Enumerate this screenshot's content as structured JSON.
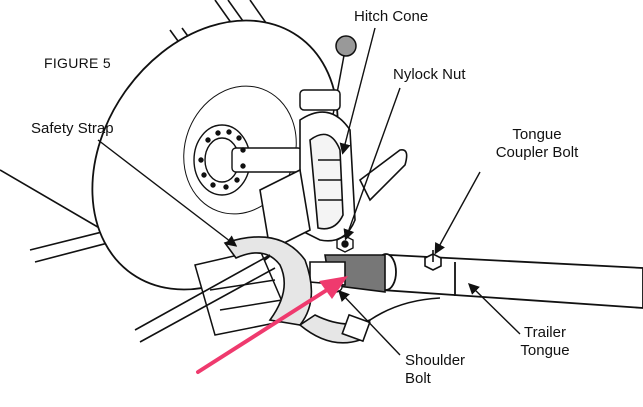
{
  "figure": {
    "title": "FIGURE 5"
  },
  "labels": {
    "hitch_cone": "Hitch Cone",
    "nylock_nut": "Nylock Nut",
    "safety_strap": "Safety Strap",
    "tongue_coupler_bolt_line1": "Tongue",
    "tongue_coupler_bolt_line2": "Coupler Bolt",
    "trailer_tongue_line1": "Trailer",
    "trailer_tongue_line2": "Tongue",
    "shoulder_bolt_line1": "Shoulder",
    "shoulder_bolt_line2": "Bolt"
  },
  "colors": {
    "line": "#111111",
    "strap_fill": "#e6e6e6",
    "bolt_fill": "#777777",
    "arrow": "#ef3a6e"
  }
}
